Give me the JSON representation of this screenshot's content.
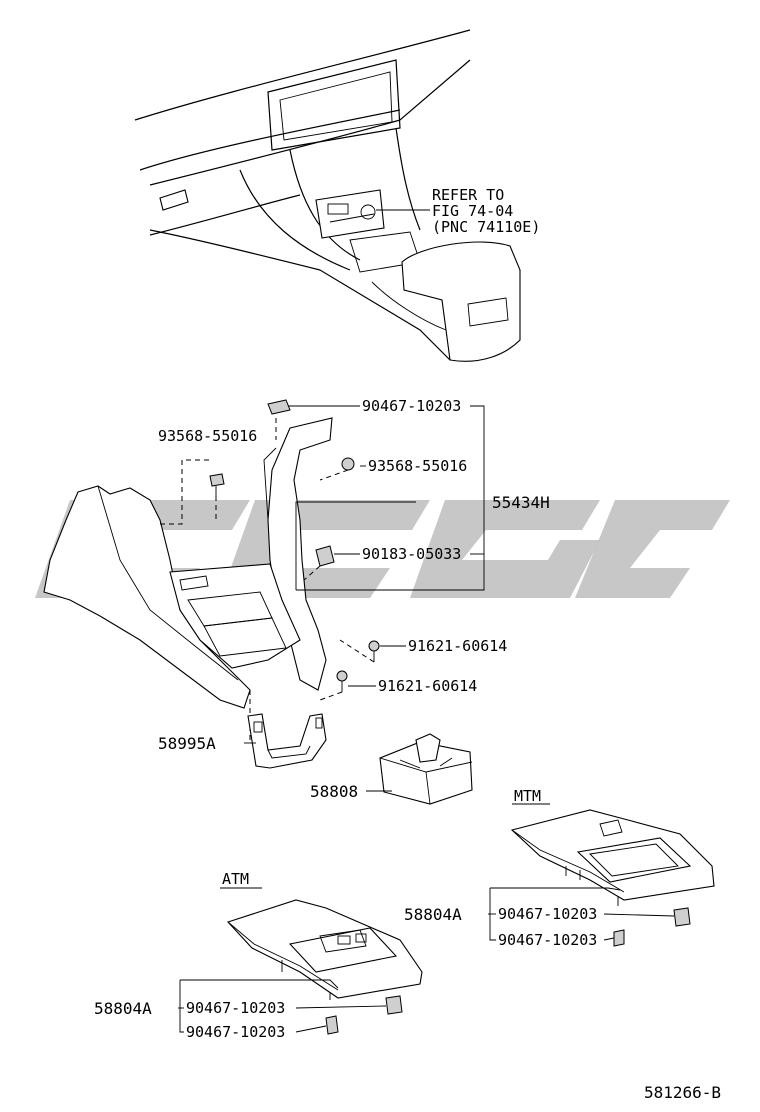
{
  "refer": {
    "line1": "REFER TO",
    "line2": "FIG 74-04",
    "line3": "(PNC 74110E)"
  },
  "parts": {
    "p1": "90467-10203",
    "p2": "93568-55016",
    "p3": "93568-55016",
    "p4": "55434H",
    "p5": "90183-05033",
    "p6": "91621-60614",
    "p7": "91621-60614",
    "p8": "58995A",
    "p9": "58808"
  },
  "mtm": {
    "label": "MTM",
    "part": "58804A",
    "clip1": "90467-10203",
    "clip2": "90467-10203"
  },
  "atm": {
    "label": "ATM",
    "part": "58804A",
    "clip1": "90467-10203",
    "clip2": "90467-10203"
  },
  "figure_code": "581266-B",
  "colors": {
    "line": "#000000",
    "watermark": "#bdbdbd",
    "background": "#ffffff"
  }
}
